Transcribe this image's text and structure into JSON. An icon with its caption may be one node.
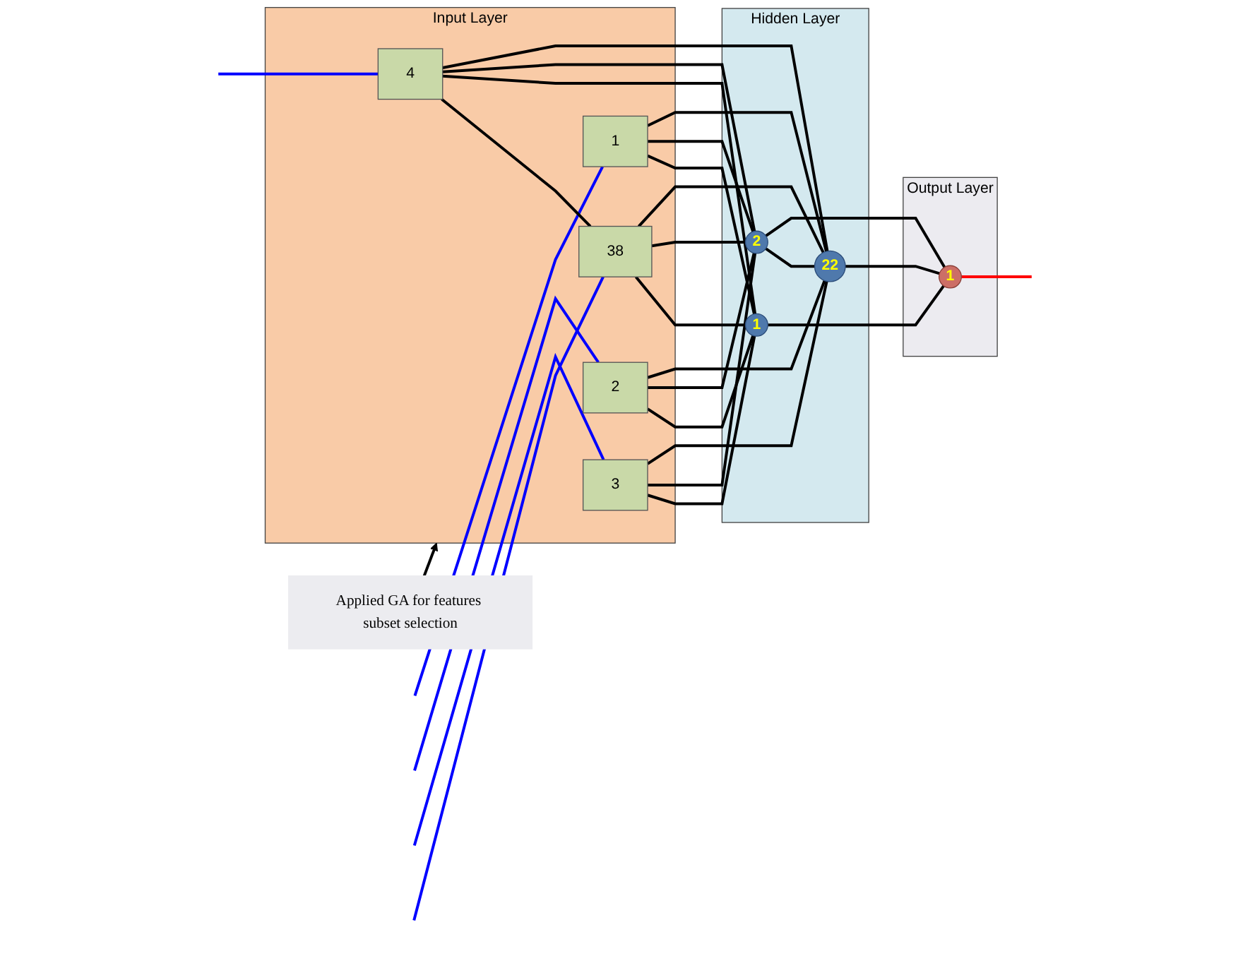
{
  "diagram": {
    "nodes": [
      {
        "text": [
          "Applied GA for features subset selection"
        ]
      },
      {
        "text": [
          "Input Layer"
        ]
      },
      {
        "text": [
          "1"
        ],
        "in": 1
      },
      {
        "text": [
          "2"
        ],
        "in": 1
      },
      {
        "text": [
          "3"
        ],
        "in": 1
      },
      {
        "text": [
          "4"
        ],
        "in": 1
      },
      {
        "text": [
          "38"
        ],
        "in": 1
      },
      {
        "text": [
          "Hidden Layer"
        ]
      },
      {
        "text": [
          "1"
        ],
        "in": 7
      },
      {
        "text": [
          "2"
        ],
        "in": 7
      },
      {
        "text": [
          "22"
        ],
        "in": 7
      },
      {
        "text": [
          "Output Layer"
        ]
      },
      {
        "text": [
          "1"
        ],
        "in": 11
      }
    ],
    "edges": [
      {
        "from": 0,
        "to": 1,
        "arrow": "to"
      },
      {
        "from": null,
        "to": 2,
        "arrow": "none",
        "color": "#0000ff"
      },
      {
        "from": null,
        "to": 3,
        "arrow": "none",
        "color": "#0000ff"
      },
      {
        "from": null,
        "to": 4,
        "arrow": "none",
        "color": "#0000ff"
      },
      {
        "from": null,
        "to": 5,
        "arrow": "none",
        "color": "#0000ff"
      },
      {
        "from": null,
        "to": 6,
        "arrow": "none",
        "color": "#0000ff"
      },
      {
        "from": 5,
        "to": 6,
        "arrow": "none"
      },
      {
        "from": 9,
        "to": 10,
        "arrow": "none"
      },
      {
        "from": 2,
        "to": 8,
        "arrow": "none"
      },
      {
        "from": 2,
        "to": 9,
        "arrow": "none"
      },
      {
        "from": 2,
        "to": 10,
        "arrow": "none"
      },
      {
        "from": 3,
        "to": 8,
        "arrow": "none"
      },
      {
        "from": 3,
        "to": 9,
        "arrow": "none"
      },
      {
        "from": 3,
        "to": 10,
        "arrow": "none"
      },
      {
        "from": 4,
        "to": 8,
        "arrow": "none"
      },
      {
        "from": 4,
        "to": 9,
        "arrow": "none"
      },
      {
        "from": 4,
        "to": 10,
        "arrow": "none"
      },
      {
        "from": 5,
        "to": 8,
        "arrow": "none"
      },
      {
        "from": 5,
        "to": 9,
        "arrow": "none"
      },
      {
        "from": 5,
        "to": 10,
        "arrow": "none"
      },
      {
        "from": 6,
        "to": 8,
        "arrow": "none"
      },
      {
        "from": 6,
        "to": 9,
        "arrow": "none"
      },
      {
        "from": 6,
        "to": 10,
        "arrow": "none"
      },
      {
        "from": 8,
        "to": 12,
        "arrow": "none"
      },
      {
        "from": 9,
        "to": 12,
        "arrow": "none"
      },
      {
        "from": 10,
        "to": 12,
        "arrow": "none"
      },
      {
        "from": 12,
        "to": null,
        "arrow": "none",
        "color": "#ff0000"
      }
    ]
  }
}
